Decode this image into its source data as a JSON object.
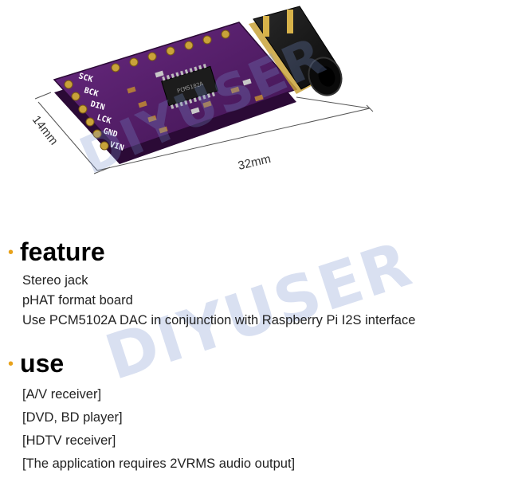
{
  "image": {
    "dimension_length": "32mm",
    "dimension_width": "14mm",
    "pin_labels": [
      "SCK",
      "BCK",
      "DIN",
      "LCK",
      "GND",
      "VIN"
    ],
    "chip_text": "PCM5102A"
  },
  "watermark": "DIYUSER",
  "feature": {
    "title": "feature",
    "items": [
      "Stereo jack",
      "pHAT format board",
      "Use PCM5102A DAC in conjunction with Raspberry Pi I2S interface"
    ]
  },
  "use": {
    "title": "use",
    "items": [
      "[A/V receiver]",
      "[DVD, BD player]",
      "[HDTV receiver]",
      "[The application requires 2VRMS audio output]"
    ]
  },
  "colors": {
    "board": "#5a1f6e",
    "bullet": "#e8a21b",
    "gold_pad": "#c9a23a",
    "jack": "#151515"
  }
}
